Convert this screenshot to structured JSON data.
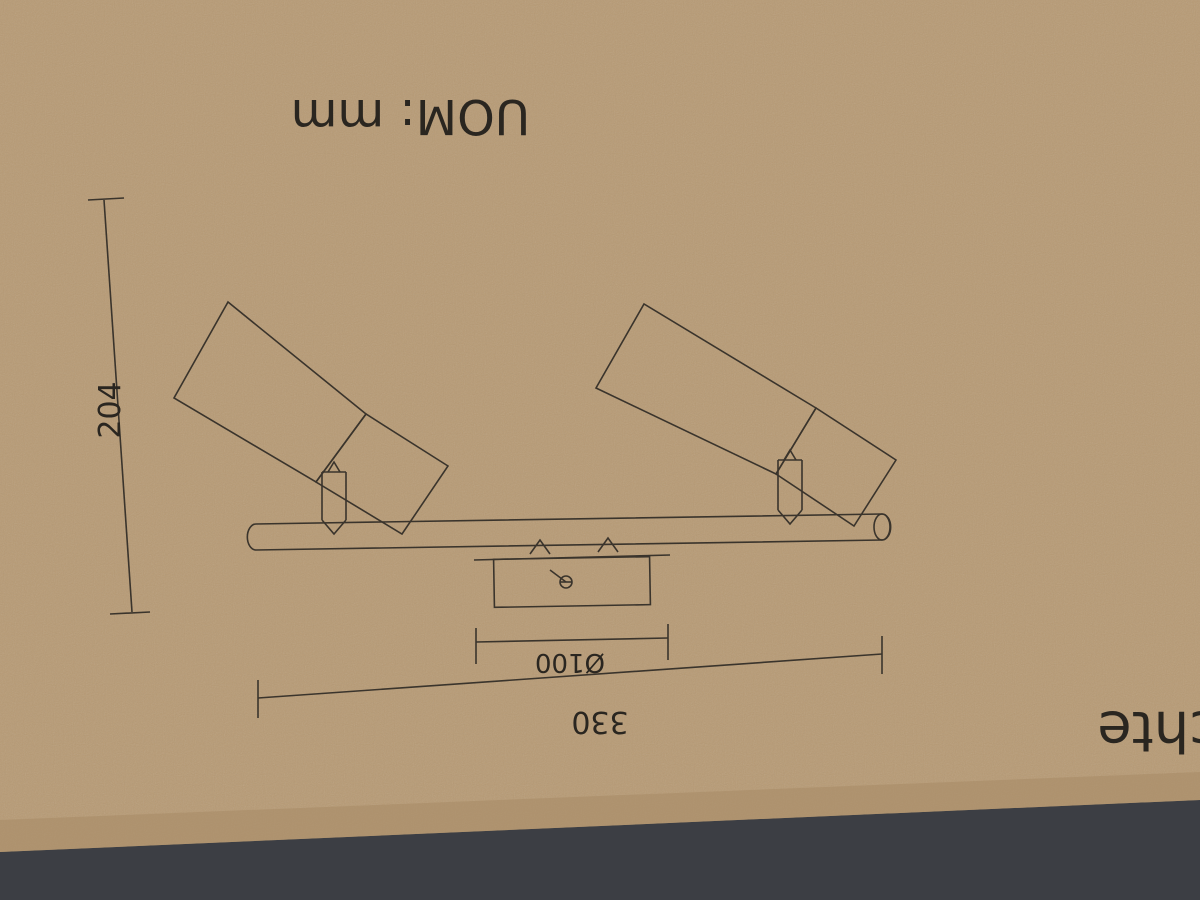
{
  "diagram": {
    "unit_label": "UOM: mm",
    "dimensions": {
      "height": "204",
      "overall_width": "330",
      "base_diameter": "Ø100"
    },
    "partial_text": "chte"
  },
  "colors": {
    "cardboard": "#b79a74",
    "ink": "#3a342c",
    "background_surface": "#3c3e44"
  }
}
